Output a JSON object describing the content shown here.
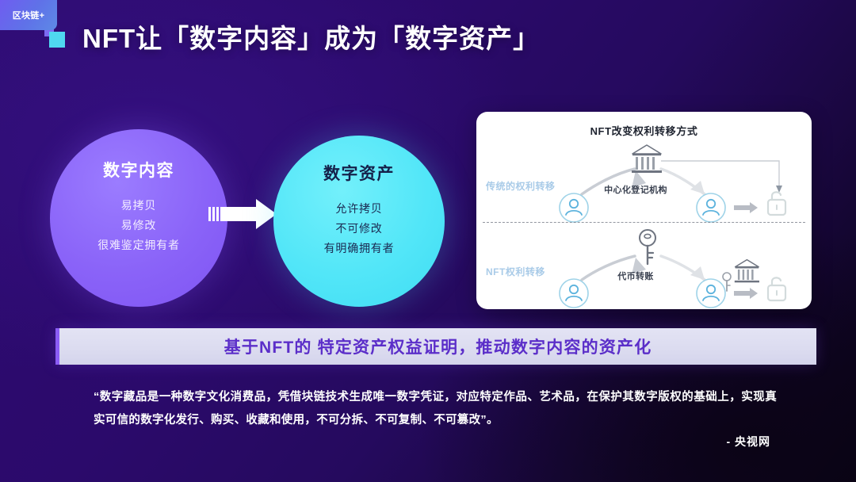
{
  "brand": {
    "badge_label": "区块链+"
  },
  "header": {
    "title": "NFT让「数字内容」成为「数字资产」"
  },
  "colors": {
    "background_deep_purple": "#2b0a6b",
    "background_dark": "#0d0420",
    "circle_left": "#8a63f8",
    "circle_right": "#52e6f8",
    "banner_bg": "#dcdcf0",
    "banner_text": "#5b2ec9",
    "badge_gradient_start": "#6f5df0",
    "badge_gradient_end": "#5d8ae6",
    "accent_cyan": "#4fd8f0",
    "card_bg": "#ffffff",
    "row_label_blue": "#a9cbe8"
  },
  "comparison": {
    "left": {
      "title": "数字内容",
      "items": [
        "易拷贝",
        "易修改",
        "很难鉴定拥有者"
      ]
    },
    "arrow": "arrow-right",
    "right": {
      "title": "数字资产",
      "items": [
        "允许拷贝",
        "不可修改",
        "有明确拥有者"
      ]
    }
  },
  "card": {
    "title": "NFT改变权利转移方式",
    "rows": [
      {
        "label": "传统的权利转移",
        "center_label": "中心化登记机构",
        "center_icon": "bank-icon",
        "left_icon": "user-avatar-icon",
        "right_icon": "user-avatar-icon",
        "end_icon": "unlock-icon",
        "transfer_icon": "arrow-right-icon"
      },
      {
        "label": "NFT权利转移",
        "center_label": "代币转账",
        "center_icon": "key-icon",
        "left_icon": "user-avatar-icon",
        "right_icon": "user-avatar-with-key-icon",
        "extra_icon": "bank-icon",
        "end_icon": "unlock-icon",
        "transfer_icon": "arrow-right-icon"
      }
    ]
  },
  "banner": {
    "text": "基于NFT的 特定资产权益证明，推动数字内容的资产化"
  },
  "quote": {
    "text": "“数字藏品是一种数字文化消费品，凭借块链技术生成唯一数字凭证，对应特定作品、艺术品，在保护其数字版权的基础上，实现真实可信的数字化发行、购买、收藏和使用，不可分拆、不可复制、不可篡改”。",
    "attribution": "- 央视网"
  }
}
